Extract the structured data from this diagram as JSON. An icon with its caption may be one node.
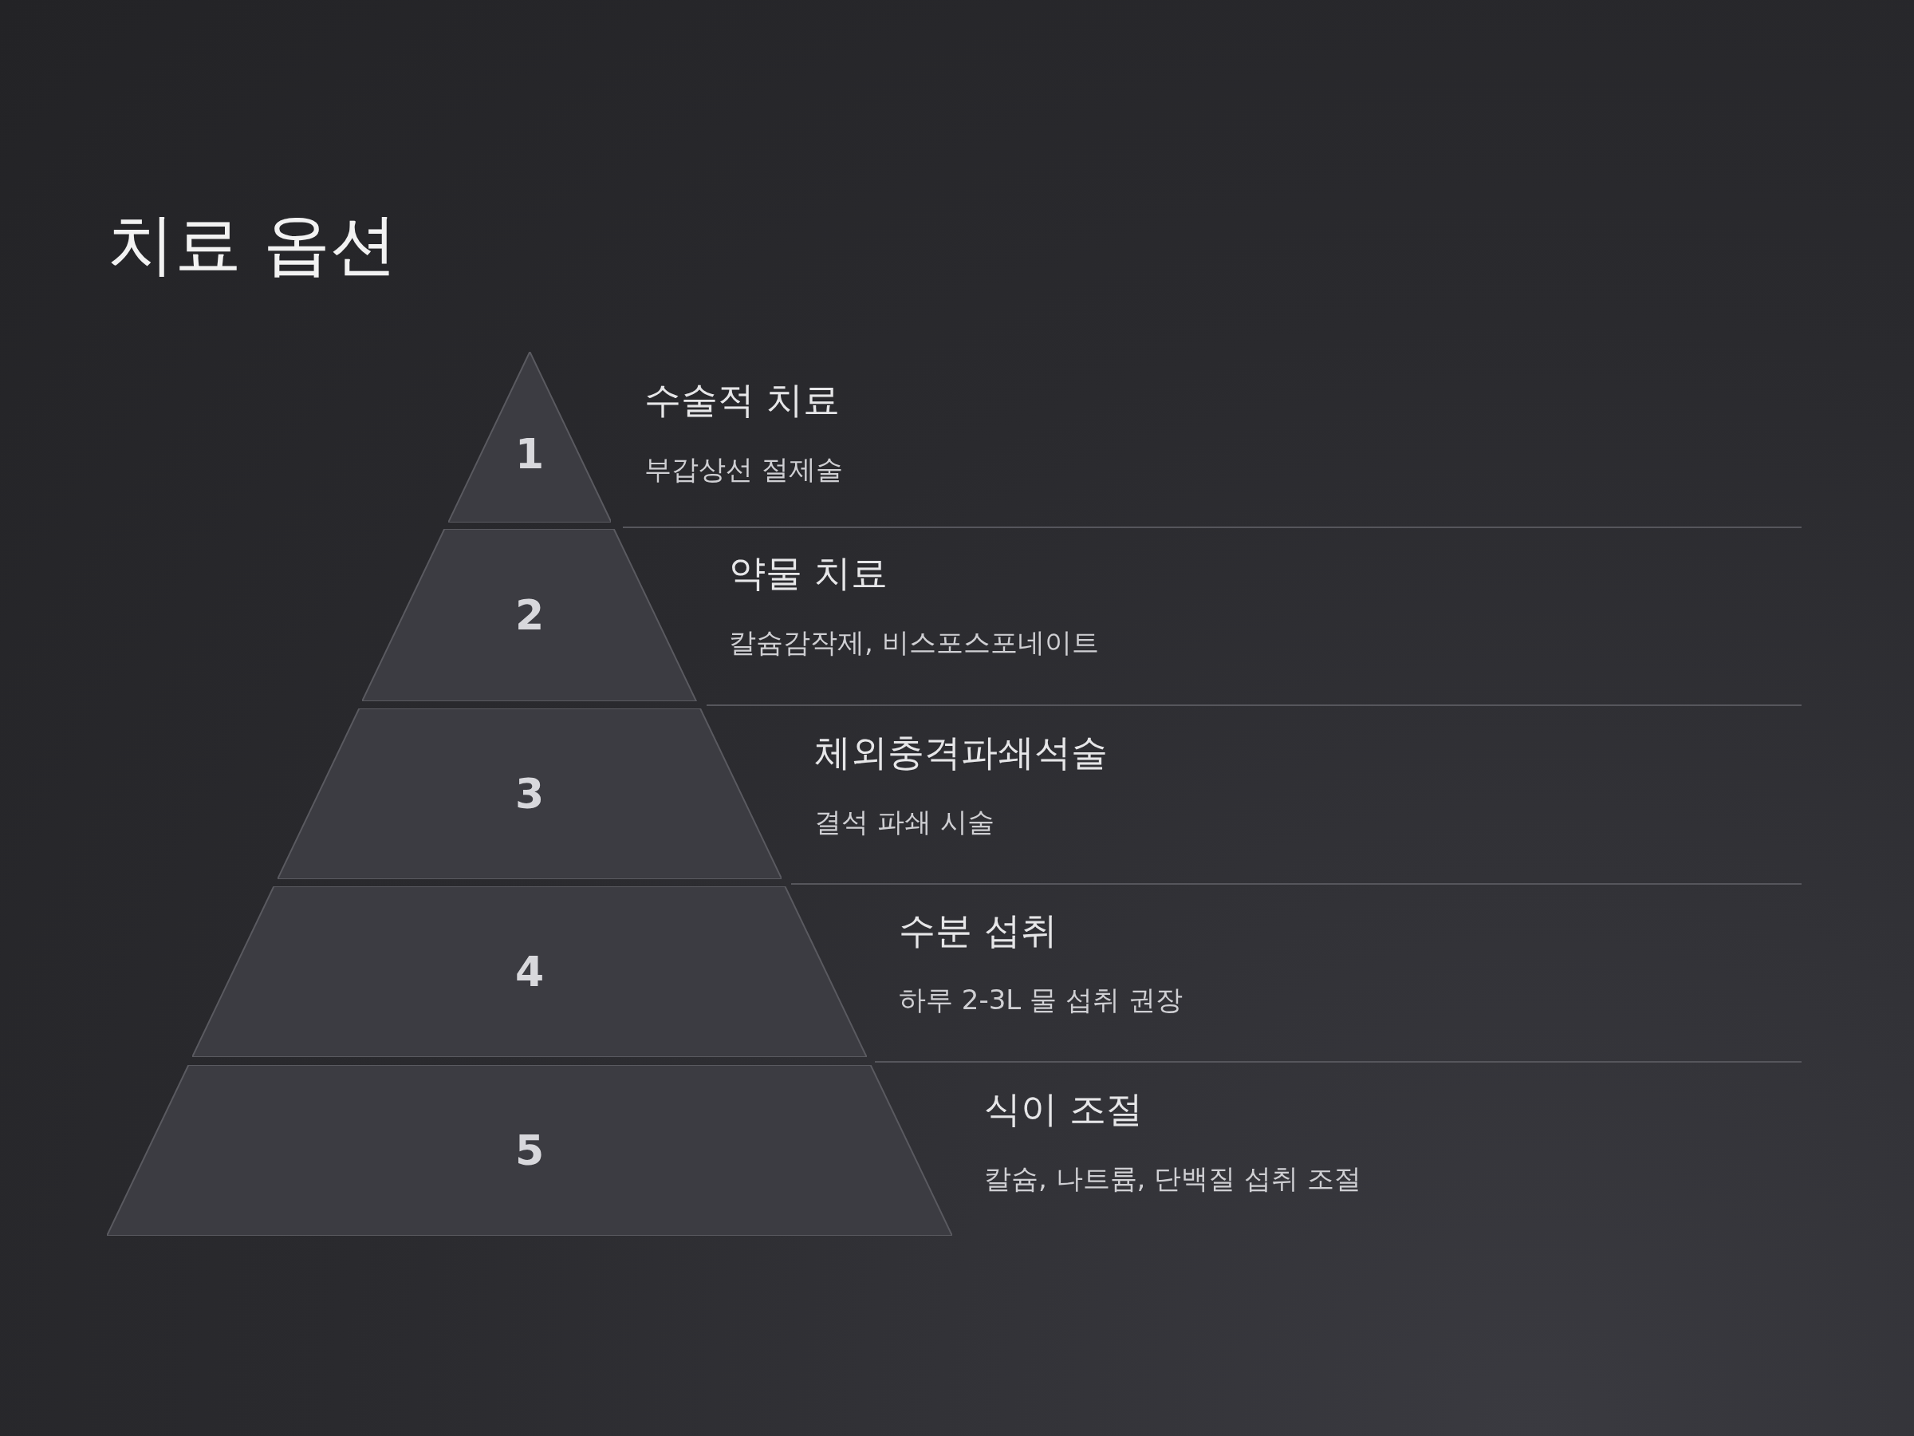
{
  "diagram": {
    "title": "치료 옵션",
    "nodes": [
      {
        "text": [
          "1"
        ],
        "beside": [
          "수술적 치료",
          "부갑상선 절제술"
        ]
      },
      {
        "text": [
          "2"
        ],
        "beside": [
          "약물 치료",
          "칼슘감작제, 비스포스포네이트"
        ]
      },
      {
        "text": [
          "3"
        ],
        "beside": [
          "체외충격파쇄석술",
          "결석 파쇄 시술"
        ]
      },
      {
        "text": [
          "4"
        ],
        "beside": [
          "수분 섭취",
          "하루 2-3L 물 섭취 권장"
        ]
      },
      {
        "text": [
          "5"
        ],
        "beside": [
          "식이 조절",
          "칼슘, 나트륨, 단백질 섭취 조절"
        ]
      }
    ],
    "edges": []
  }
}
